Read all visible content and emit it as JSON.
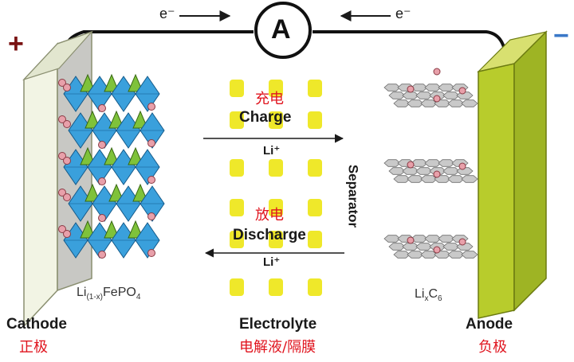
{
  "title": "",
  "circuit": {
    "electron_left": "e⁻",
    "electron_right": "e⁻",
    "ammeter": "A",
    "positive_sign": "+",
    "negative_sign": "−"
  },
  "cathode": {
    "label": "Cathode",
    "label_cn": "正极",
    "formula_base": "Li",
    "formula_sub": "(1-x)",
    "formula_rest": "FePO",
    "formula_sub2": "4"
  },
  "anode": {
    "label": "Anode",
    "label_cn": "负极",
    "formula_base": "Li",
    "formula_sub": "x",
    "formula_rest": "C",
    "formula_sub2": "6"
  },
  "electrolyte": {
    "label": "Electrolyte",
    "label_cn": "电解液/隔膜",
    "separator": "Separator"
  },
  "process": {
    "charge_cn": "充电",
    "charge": "Charge",
    "charge_ion": "Li⁺",
    "discharge_cn": "放电",
    "discharge": "Discharge",
    "discharge_ion": "Li⁺"
  },
  "colors": {
    "cathode_plate": "#eef1df",
    "anode_plate": "#b4c82a",
    "octahedra": "#3aa0dc",
    "tetrahedra": "#7fc23a",
    "li_ion": "#e8a0aa",
    "separator_dots": "#efe82a",
    "accent_red": "#e0141e"
  }
}
